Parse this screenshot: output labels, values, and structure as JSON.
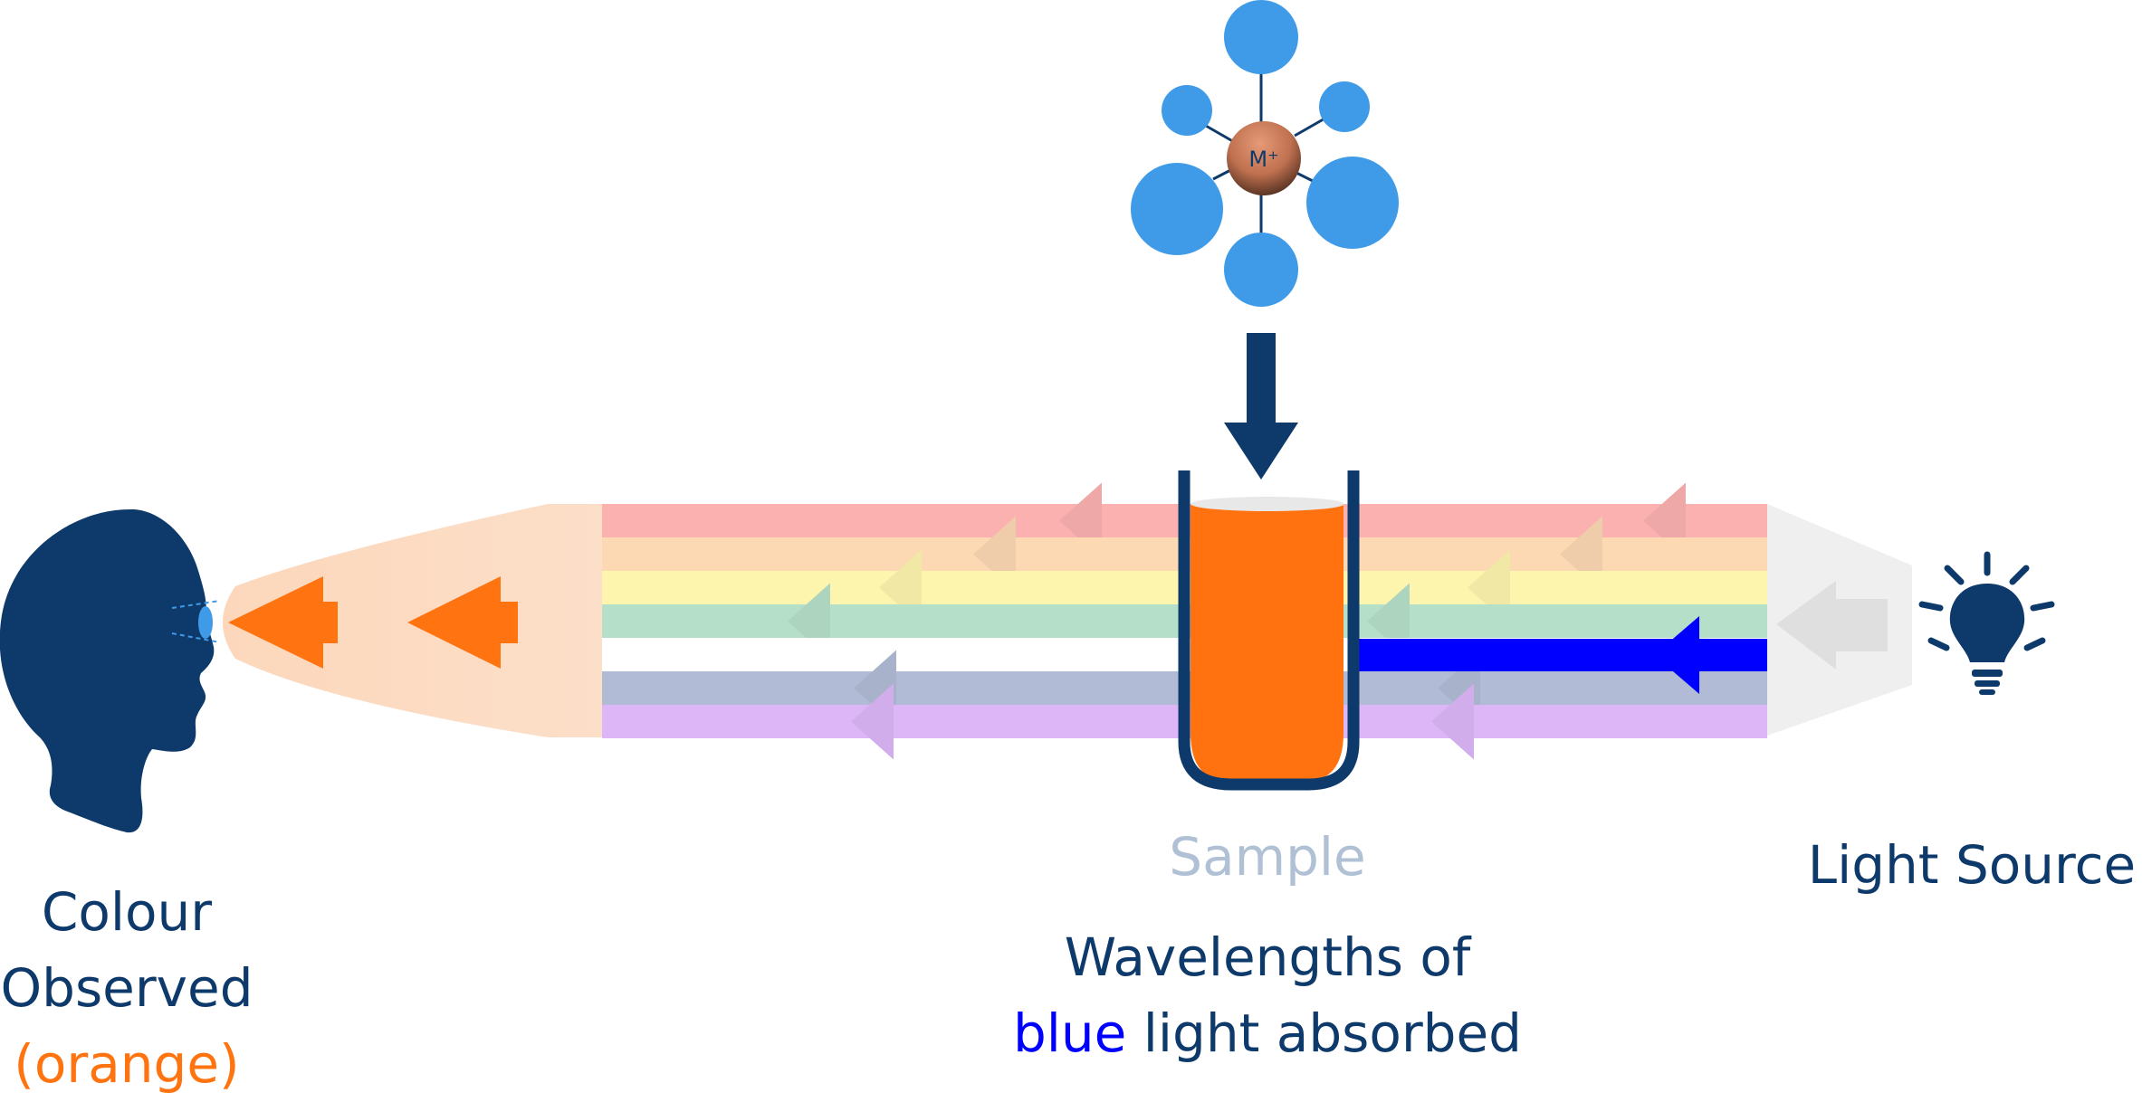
{
  "labels": {
    "colour_observed_line1": "Colour",
    "colour_observed_line2": "Observed",
    "colour_observed_value": "(orange)",
    "sample": "Sample",
    "light_source": "Light Source",
    "absorbed_line1": "Wavelengths of",
    "absorbed_word": "blue",
    "absorbed_rest": " light absorbed",
    "metal_ion": "M⁺"
  },
  "colors": {
    "dark_blue": "#0e3a6b",
    "observed_orange": "#ff7410",
    "solution_orange": "#ff720f",
    "absorbed_blue": "#0000ff",
    "sample_label_grey": "#b0c1d6",
    "ligand_blue": "#3f9be8",
    "metal_ion_copper": "#c0714f"
  },
  "spectrum": [
    {
      "name": "red",
      "color": "#fcb1b1"
    },
    {
      "name": "orange",
      "color": "#fcd8b3"
    },
    {
      "name": "yellow",
      "color": "#fdf4ad"
    },
    {
      "name": "green",
      "color": "#b5dfc8"
    },
    {
      "name": "blue",
      "color": "#ffffff"
    },
    {
      "name": "indigo",
      "color": "#b1bbd6"
    },
    {
      "name": "violet",
      "color": "#dcb6f7"
    }
  ]
}
